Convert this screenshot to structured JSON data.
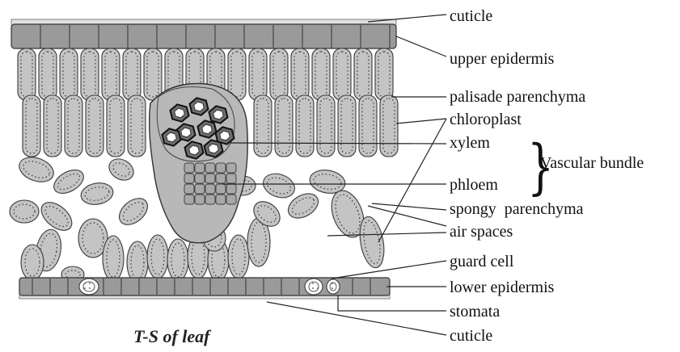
{
  "title": "T-S of leaf",
  "labels": {
    "cuticle_top": "cuticle",
    "upper_epidermis": "upper epidermis",
    "palisade_parenchyma": "palisade parenchyma",
    "chloroplast": "chloroplast",
    "xylem": "xylem",
    "vascular_bundle": "Vascular bundle",
    "phloem": "phloem",
    "spongy_parenchyma": "spongy  parenchyma",
    "air_spaces": "air spaces",
    "guard_cell": "guard cell",
    "lower_epidermis": "lower epidermis",
    "stomata": "stomata",
    "cuticle_bottom": "cuticle"
  },
  "colors": {
    "cell_fill": "#c4c4c4",
    "cell_stroke": "#3a3a3a",
    "epidermis_fill": "#9a9a9a",
    "xylem_fill": "#6e6e6e",
    "phloem_fill": "#a8a8a8",
    "background": "#ffffff"
  }
}
